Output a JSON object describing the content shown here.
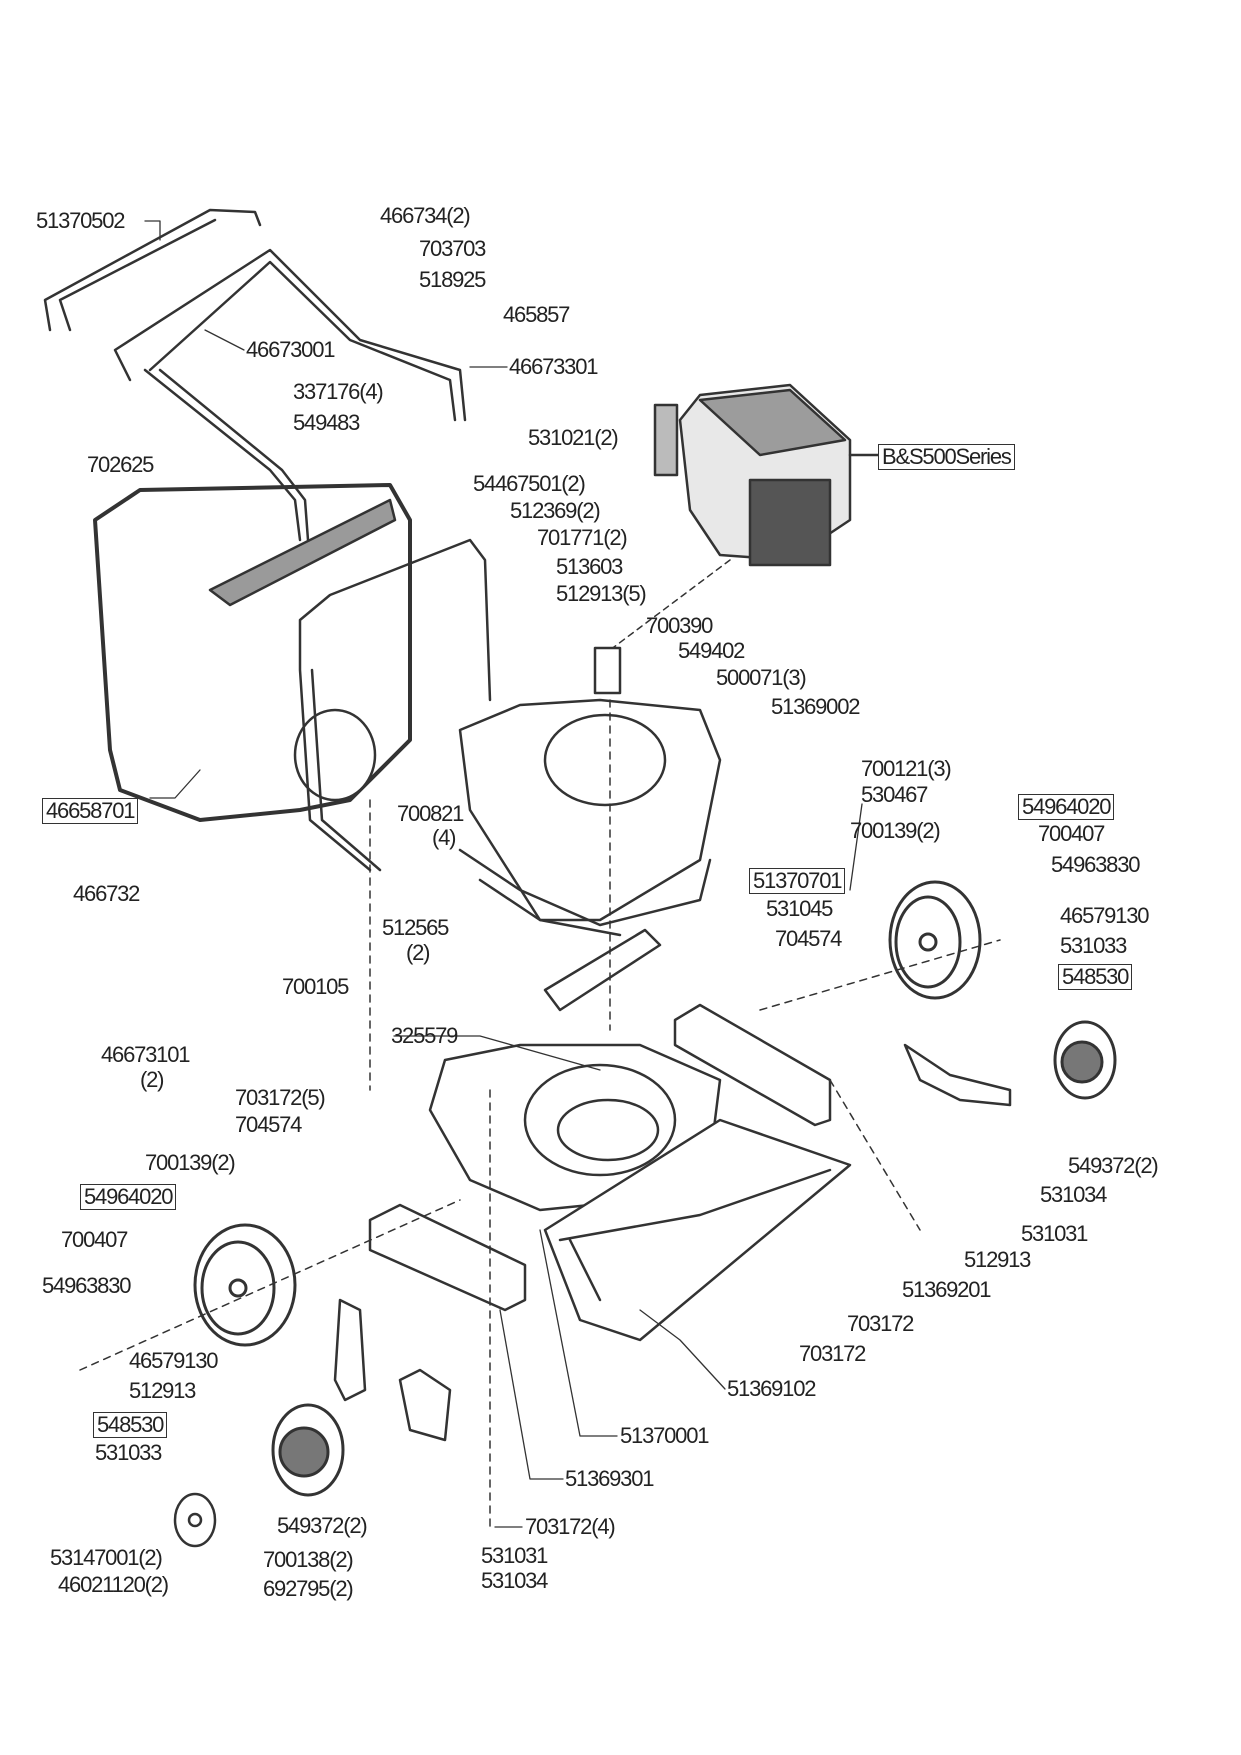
{
  "diagram": {
    "type": "exploded parts diagram",
    "line_color": "#333333",
    "fill_gray": "#bdbdbd",
    "labels": [
      {
        "text": "51370502",
        "boxed": false
      },
      {
        "text": "466734(2)",
        "boxed": false
      },
      {
        "text": "703703",
        "boxed": false
      },
      {
        "text": "518925",
        "boxed": false
      },
      {
        "text": "465857",
        "boxed": false
      },
      {
        "text": "46673001",
        "boxed": false
      },
      {
        "text": "46673301",
        "boxed": false
      },
      {
        "text": "337176(4)",
        "boxed": false
      },
      {
        "text": "549483",
        "boxed": false
      },
      {
        "text": "702625",
        "boxed": false
      },
      {
        "text": "531021(2)",
        "boxed": false
      },
      {
        "text": "B&S500Series",
        "boxed": true
      },
      {
        "text": "54467501(2)",
        "boxed": false
      },
      {
        "text": "512369(2)",
        "boxed": false
      },
      {
        "text": "701771(2)",
        "boxed": false
      },
      {
        "text": "513603",
        "boxed": false
      },
      {
        "text": "512913(5)",
        "boxed": false
      },
      {
        "text": "700390",
        "boxed": false
      },
      {
        "text": "549402",
        "boxed": false
      },
      {
        "text": "500071(3)",
        "boxed": false
      },
      {
        "text": "51369002",
        "boxed": false
      },
      {
        "text": "46658701",
        "boxed": true
      },
      {
        "text": "700821",
        "boxed": false
      },
      {
        "text": "(4)",
        "boxed": false
      },
      {
        "text": "700121(3)",
        "boxed": false
      },
      {
        "text": "530467",
        "boxed": false
      },
      {
        "text": "54964020",
        "boxed": true
      },
      {
        "text": "700139(2)",
        "boxed": false
      },
      {
        "text": "700407",
        "boxed": false
      },
      {
        "text": "54963830",
        "boxed": false
      },
      {
        "text": "466732",
        "boxed": false
      },
      {
        "text": "51370701",
        "boxed": true
      },
      {
        "text": "531045",
        "boxed": false
      },
      {
        "text": "46579130",
        "boxed": false
      },
      {
        "text": "512565",
        "boxed": false
      },
      {
        "text": "(2)",
        "boxed": false
      },
      {
        "text": "704574",
        "boxed": false
      },
      {
        "text": "531033",
        "boxed": false
      },
      {
        "text": "548530",
        "boxed": true
      },
      {
        "text": "700105",
        "boxed": false
      },
      {
        "text": "46673101",
        "boxed": false
      },
      {
        "text": "(2)",
        "boxed": false
      },
      {
        "text": "325579",
        "boxed": false
      },
      {
        "text": "703172(5)",
        "boxed": false
      },
      {
        "text": "704574",
        "boxed": false
      },
      {
        "text": "549372(2)",
        "boxed": false
      },
      {
        "text": "700139(2)",
        "boxed": false
      },
      {
        "text": "54964020",
        "boxed": true
      },
      {
        "text": "531034",
        "boxed": false
      },
      {
        "text": "700407",
        "boxed": false
      },
      {
        "text": "531031",
        "boxed": false
      },
      {
        "text": "512913",
        "boxed": false
      },
      {
        "text": "54963830",
        "boxed": false
      },
      {
        "text": "51369201",
        "boxed": false
      },
      {
        "text": "703172",
        "boxed": false
      },
      {
        "text": "46579130",
        "boxed": false
      },
      {
        "text": "703172",
        "boxed": false
      },
      {
        "text": "512913",
        "boxed": false
      },
      {
        "text": "51369102",
        "boxed": false
      },
      {
        "text": "548530",
        "boxed": true
      },
      {
        "text": "51370001",
        "boxed": false
      },
      {
        "text": "531033",
        "boxed": false
      },
      {
        "text": "51369301",
        "boxed": false
      },
      {
        "text": "549372(2)",
        "boxed": false
      },
      {
        "text": "703172(4)",
        "boxed": false
      },
      {
        "text": "53147001(2)",
        "boxed": false
      },
      {
        "text": "531031",
        "boxed": false
      },
      {
        "text": "700138(2)",
        "boxed": false
      },
      {
        "text": "46021120(2)",
        "boxed": false
      },
      {
        "text": "531034",
        "boxed": false
      },
      {
        "text": "692795(2)",
        "boxed": false
      }
    ]
  }
}
